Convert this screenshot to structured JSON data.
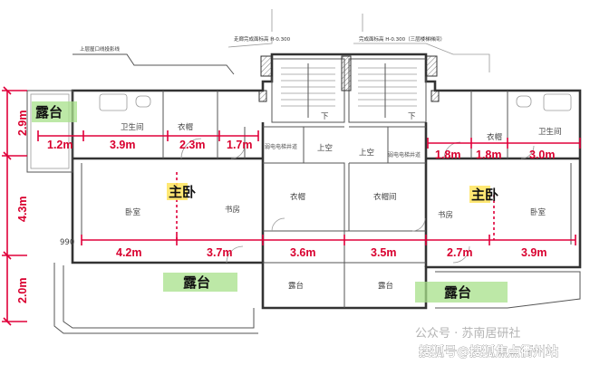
{
  "dimensions": {
    "left": [
      "2.9m",
      "4.3m",
      "2.0m"
    ],
    "top_row_left": [
      "1.2m",
      "3.9m",
      "2.3m",
      "1.7m"
    ],
    "top_row_right": [
      "1.8m",
      "1.8m",
      "3.0m"
    ],
    "mid_row": [
      "4.2m",
      "3.7m",
      "3.6m",
      "3.5m",
      "2.7m",
      "3.9m"
    ]
  },
  "highlights": {
    "terrace_top_left": "露台",
    "terrace_bottom_left": "露台",
    "terrace_bottom_right": "露台",
    "master_left": "主卧",
    "master_right": "主卧"
  },
  "rooms": {
    "bath_left": "卫生间",
    "closet_left": "衣帽",
    "elevator_left": "弱电电梯井道",
    "void_left": "上空",
    "void_right": "上空",
    "elevator_right": "弱电电梯井道",
    "closet_right": "衣帽",
    "bath_right": "卫生间",
    "bedroom_left": "卧室",
    "study_left": "书房",
    "wardrobe_left": "衣帽",
    "wardrobe_right": "衣帽间",
    "study_right": "书房",
    "bedroom_right": "卧室",
    "terrace_mid_left": "露台",
    "terrace_mid_right": "露台",
    "down_left": "下",
    "down_right": "下"
  },
  "annotations": {
    "level_990": "990",
    "roof_note": "上层屋口线投影线",
    "top_note_left": "走廊完成面标高 H-0.300",
    "top_note_right": "完成面标高 H-0.300（三层楼梯梯间）"
  },
  "watermarks": {
    "faint": "公众号 · 苏南居研社",
    "bottom": "搜狐号@搜狐焦点衢州站"
  },
  "colors": {
    "dimension": "#e0003a",
    "green_tag": "#a7e08a",
    "yellow_tag": "#ffe45c"
  }
}
